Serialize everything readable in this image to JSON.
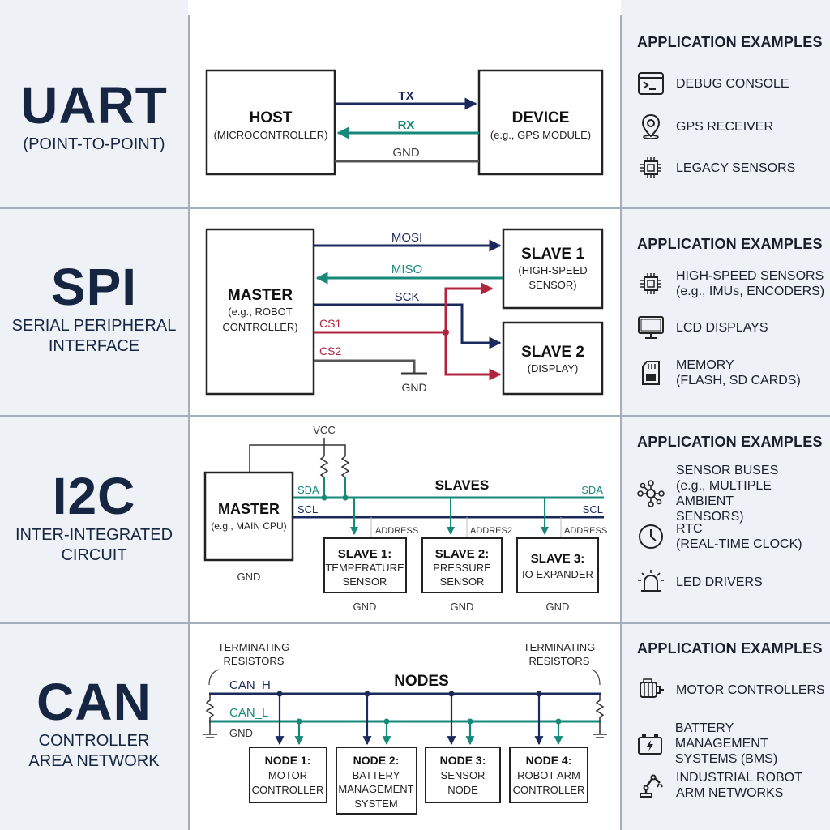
{
  "protocols": {
    "uart": {
      "name": "UART",
      "subtitle": "(POINT-TO-POINT)"
    },
    "spi": {
      "name": "SPI",
      "subtitle": "SERIAL PERIPHERAL\nINTERFACE"
    },
    "i2c": {
      "name": "I2C",
      "subtitle": "INTER-INTEGRATED\nCIRCUIT"
    },
    "can": {
      "name": "CAN",
      "subtitle": "CONTROLLER\nAREA NETWORK"
    }
  },
  "uart": {
    "host": {
      "title": "HOST",
      "sub": "(MICROCONTROLLER)"
    },
    "device": {
      "title": "DEVICE",
      "sub": "(e.g., GPS MODULE)"
    },
    "tx": "TX",
    "rx": "RX",
    "gnd": "GND"
  },
  "spi": {
    "master": {
      "title": "MASTER",
      "sub1": "(e.g., ROBOT",
      "sub2": "CONTROLLER)"
    },
    "slave1": {
      "title": "SLAVE 1",
      "sub1": "(HIGH-SPEED",
      "sub2": "SENSOR)"
    },
    "slave2": {
      "title": "SLAVE 2",
      "sub1": "(DISPLAY)"
    },
    "mosi": "MOSI",
    "miso": "MISO",
    "sck": "SCK",
    "cs1": "CS1",
    "cs2": "CS2",
    "gnd": "GND"
  },
  "i2c": {
    "vcc": "VCC",
    "sda": "SDA",
    "scl": "SCL",
    "slaves": "SLAVES",
    "gnd": "GND",
    "master": {
      "title": "MASTER",
      "sub": "(e.g., MAIN CPU)"
    },
    "address1": "ADDRESS",
    "address2": "ADDRES2",
    "address3": "ADDRESS",
    "slave1": {
      "l1": "SLAVE 1:",
      "l2": "TEMPERATURE",
      "l3": "SENSOR"
    },
    "slave2": {
      "l1": "SLAVE 2:",
      "l2": "PRESSURE",
      "l3": "SENSOR"
    },
    "slave3": {
      "l1": "SLAVE 3:",
      "l2": "IO EXPANDER"
    }
  },
  "can": {
    "term1": {
      "l1": "TERMINATING",
      "l2": "RESISTORS"
    },
    "term2": {
      "l1": "TERMINATING",
      "l2": "RESISTORS"
    },
    "can_h": "CAN_H",
    "can_l": "CAN_L",
    "gnd": "GND",
    "nodes": "NODES",
    "node1": {
      "l1": "NODE 1:",
      "l2": "MOTOR",
      "l3": "CONTROLLER"
    },
    "node2": {
      "l1": "NODE 2:",
      "l2": "BATTERY",
      "l3": "MANAGEMENT",
      "l4": "SYSTEM"
    },
    "node3": {
      "l1": "NODE 3:",
      "l2": "SENSOR",
      "l3": "NODE"
    },
    "node4": {
      "l1": "NODE 4:",
      "l2": "ROBOT ARM",
      "l3": "CONTROLLER"
    }
  },
  "apps": {
    "uart": {
      "heading": "APPLICATION EXAMPLES",
      "items": [
        {
          "label": "DEBUG CONSOLE",
          "icon": "terminal-icon"
        },
        {
          "label": "GPS RECEIVER",
          "icon": "location-pin-icon"
        },
        {
          "label": "LEGACY SENSORS",
          "icon": "chip-icon"
        }
      ]
    },
    "spi": {
      "heading": "APPLICATION EXAMPLES",
      "items": [
        {
          "label": "HIGH-SPEED SENSORS\n(e.g., IMUs, ENCODERS)",
          "icon": "chip-icon"
        },
        {
          "label": "LCD DISPLAYS",
          "icon": "monitor-icon"
        },
        {
          "label": "MEMORY\n(FLASH, SD CARDS)",
          "icon": "sd-card-icon"
        }
      ]
    },
    "i2c": {
      "heading": "APPLICATION EXAMPLES",
      "items": [
        {
          "label": "SENSOR BUSES\n(e.g., MULTIPLE AMBIENT\nSENSORS)",
          "icon": "network-hub-icon"
        },
        {
          "label": "RTC\n(REAL-TIME CLOCK)",
          "icon": "clock-icon"
        },
        {
          "label": "LED DRIVERS",
          "icon": "led-light-icon"
        }
      ]
    },
    "can": {
      "heading": "APPLICATION EXAMPLES",
      "items": [
        {
          "label": "MOTOR CONTROLLERS",
          "icon": "motor-icon"
        },
        {
          "label": "BATTERY MANAGEMENT\nSYSTEMS (BMS)",
          "icon": "battery-icon"
        },
        {
          "label": "INDUSTRIAL ROBOT\nARM NETWORKS",
          "icon": "robot-arm-icon"
        }
      ]
    }
  },
  "colors": {
    "navy": "#1b2a5c",
    "teal": "#16897a",
    "crimson": "#b0243f",
    "gray": "#555555"
  }
}
